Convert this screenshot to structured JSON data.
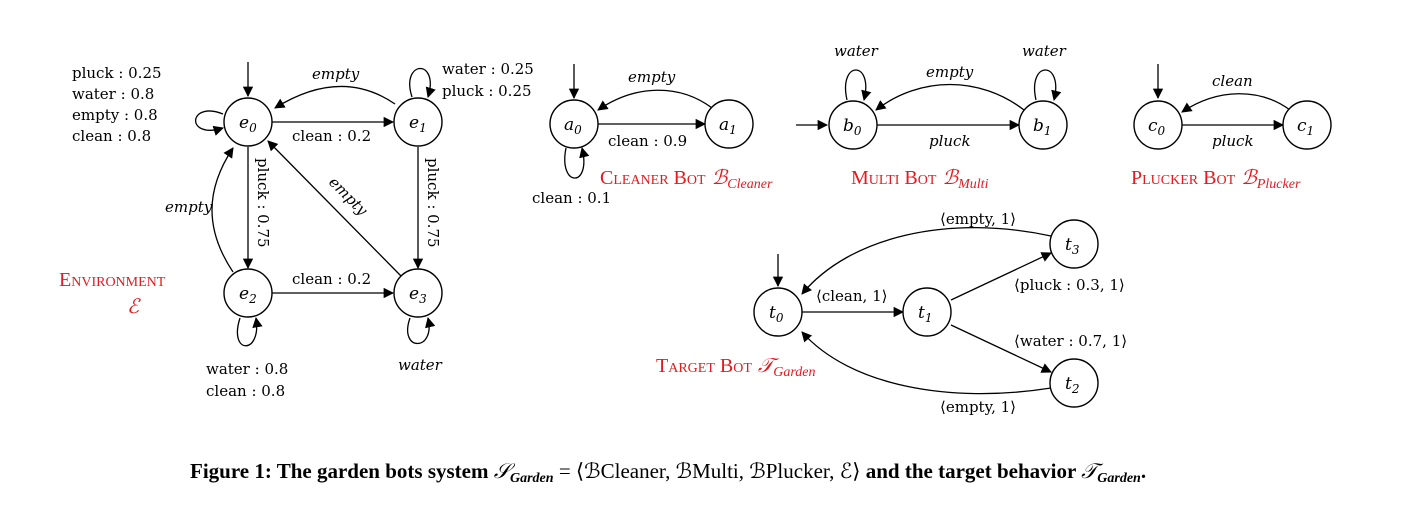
{
  "figure": {
    "caption_prefix": "Figure 1: The garden bots system ",
    "caption_symbol": "𝒮",
    "caption_symbol_sub": "Garden",
    "caption_tuple": " = ⟨ℬCleaner, ℬMulti, ℬPlucker, ℰ⟩",
    "caption_mid": " and the target behavior ",
    "caption_target": "𝒯",
    "caption_target_sub": "Garden",
    "caption_end": "."
  },
  "environment": {
    "title": "Environment",
    "symbol": "ℰ",
    "states": [
      {
        "id": "e0",
        "base": "e",
        "sub": "0"
      },
      {
        "id": "e1",
        "base": "e",
        "sub": "1"
      },
      {
        "id": "e2",
        "base": "e",
        "sub": "2"
      },
      {
        "id": "e3",
        "base": "e",
        "sub": "3"
      }
    ],
    "labels": {
      "e0_loop": [
        "pluck : 0.25",
        "water : 0.8",
        "empty : 0.8",
        "clean : 0.8"
      ],
      "e1_loop": [
        "water : 0.25",
        "pluck : 0.25"
      ],
      "e1_to_e0": "empty",
      "e0_to_e1": "clean : 0.2",
      "e0_to_e2": "pluck : 0.75",
      "e2_to_e0": "empty",
      "e3_to_e0": "empty",
      "e1_to_e3": "pluck : 0.75",
      "e2_to_e3": "clean : 0.2",
      "e2_loop": [
        "water : 0.8",
        "clean : 0.8"
      ],
      "e3_loop": "water"
    }
  },
  "cleaner": {
    "title_a": "Cleaner Bot",
    "symbol": "ℬ",
    "symbol_sub": "Cleaner",
    "states": [
      {
        "id": "a0",
        "base": "a",
        "sub": "0"
      },
      {
        "id": "a1",
        "base": "a",
        "sub": "1"
      }
    ],
    "labels": {
      "a1_to_a0": "empty",
      "a0_to_a1": "clean : 0.9",
      "a0_loop": "clean : 0.1"
    }
  },
  "multi": {
    "title_a": "Multi Bot",
    "symbol": "ℬ",
    "symbol_sub": "Multi",
    "states": [
      {
        "id": "b0",
        "base": "b",
        "sub": "0"
      },
      {
        "id": "b1",
        "base": "b",
        "sub": "1"
      }
    ],
    "labels": {
      "b0_loop": "water",
      "b1_loop": "water",
      "b1_to_b0": "empty",
      "b0_to_b1": "pluck"
    }
  },
  "plucker": {
    "title_a": "Plucker Bot",
    "symbol": "ℬ",
    "symbol_sub": "Plucker",
    "states": [
      {
        "id": "c0",
        "base": "c",
        "sub": "0"
      },
      {
        "id": "c1",
        "base": "c",
        "sub": "1"
      }
    ],
    "labels": {
      "c1_to_c0": "clean",
      "c0_to_c1": "pluck"
    }
  },
  "target": {
    "title_a": "Target Bot",
    "symbol": "𝒯",
    "symbol_sub": "Garden",
    "states": [
      {
        "id": "t0",
        "base": "t",
        "sub": "0"
      },
      {
        "id": "t1",
        "base": "t",
        "sub": "1"
      },
      {
        "id": "t2",
        "base": "t",
        "sub": "2"
      },
      {
        "id": "t3",
        "base": "t",
        "sub": "3"
      }
    ],
    "labels": {
      "t3_to_t0": "⟨empty, 1⟩",
      "t0_to_t1": "⟨clean, 1⟩",
      "t1_to_t3": "⟨pluck : 0.3, 1⟩",
      "t1_to_t2": "⟨water : 0.7, 1⟩",
      "t2_to_t0": "⟨empty, 1⟩"
    }
  },
  "colors": {
    "title_red": "#e41a1c",
    "stroke": "#000000"
  }
}
